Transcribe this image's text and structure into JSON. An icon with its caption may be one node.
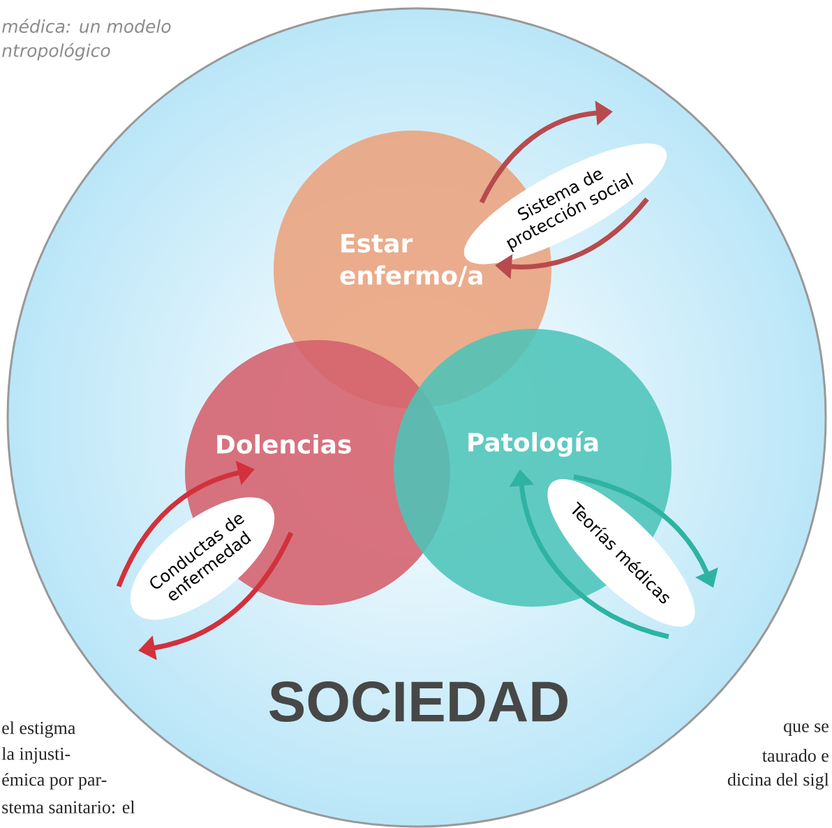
{
  "diagram": {
    "nodes": [
      {
        "text": [
          "SOCIEDAD"
        ]
      },
      {
        "text": [
          "Estar enfermo/a"
        ],
        "in": 0
      },
      {
        "text": [
          "Dolencias"
        ],
        "in": 0
      },
      {
        "text": [
          "Patología"
        ],
        "in": 0
      },
      {
        "text": [
          "Sistema de protección social"
        ],
        "in": 0
      },
      {
        "text": [
          "Conductas de enfermedad"
        ],
        "in": 0
      },
      {
        "text": [
          "Teorías médicas"
        ],
        "in": 0
      }
    ],
    "edges": [
      {
        "from": 1,
        "to": null,
        "arrow": "to",
        "color": "#b84a4e"
      },
      {
        "from": 4,
        "to": 1,
        "arrow": "to",
        "color": "#b84a4e"
      },
      {
        "from": 5,
        "to": 2,
        "arrow": "to",
        "color": "#d2313c"
      },
      {
        "from": 2,
        "to": null,
        "arrow": "to",
        "color": "#d2313c"
      },
      {
        "from": 3,
        "to": null,
        "arrow": "to",
        "color": "#2eb3a3"
      },
      {
        "from": 6,
        "to": 3,
        "arrow": "to",
        "color": "#2eb3a3"
      }
    ],
    "labels": [
      "médica: un modelo",
      "ntropológico",
      "el estigma",
      "la injusti-",
      "émica por par-",
      "stema sanitario: el",
      "que se",
      "taurado e",
      "dicina del sigl"
    ]
  }
}
